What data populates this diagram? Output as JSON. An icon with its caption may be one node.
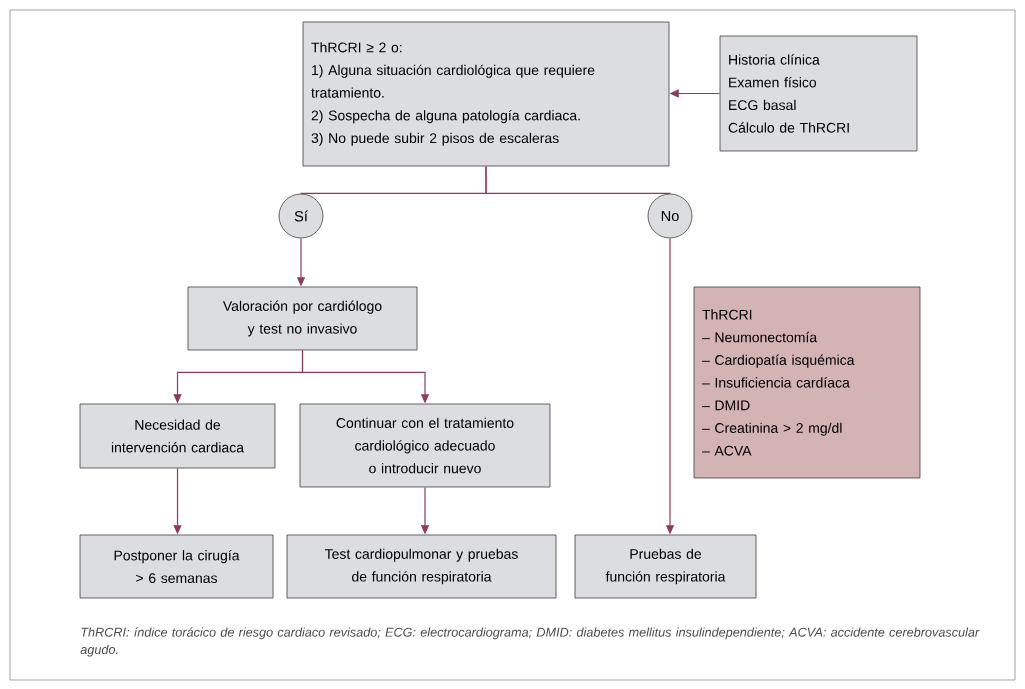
{
  "diagram": {
    "caption": "ThRCRI: índice torácico de riesgo cardiaco revisado; ECG: electrocardiograma; DMID: diabetes mellitus insulindependiente; ACVA: accidente cerebrovascular agudo.",
    "nodes": [
      {
        "text": [
          "ThRCRI ≥ 2 o:",
          "1) Alguna situación cardiológica que requiere tratamiento.",
          "2) Sospecha de alguna patología cardiaca.",
          "3) No puede subir 2 pisos de escaleras"
        ]
      },
      {
        "text": [
          "Historia clínica",
          "Examen físico",
          "ECG basal",
          "Cálculo de ThRCRI"
        ]
      },
      {
        "text": [
          "Sí"
        ]
      },
      {
        "text": [
          "No"
        ]
      },
      {
        "text": [
          "Valoración por cardiólogo y test no invasivo"
        ]
      },
      {
        "text": [
          "Necesidad de intervención cardiaca"
        ]
      },
      {
        "text": [
          "Continuar con el tratamiento cardiológico adecuado o introducir nuevo"
        ]
      },
      {
        "text": [
          "Postponer la cirugía > 6 semanas"
        ]
      },
      {
        "text": [
          "Test cardiopulmonar y pruebas de función respiratoria"
        ]
      },
      {
        "text": [
          "Pruebas de función respiratoria"
        ]
      },
      {
        "text": [
          "ThRCRI",
          "– Neumonectomía",
          "– Cardiopatía isquémica",
          "– Insuficiencia cardíaca",
          "– DMID",
          "– Creatinina > 2 mg/dl",
          "– ACVA"
        ]
      }
    ],
    "edges": [
      {
        "from": 1,
        "to": 0,
        "arrow": "to"
      },
      {
        "from": 0,
        "to": 2,
        "arrow": "none"
      },
      {
        "from": 0,
        "to": 3,
        "arrow": "none"
      },
      {
        "from": 2,
        "to": 4,
        "arrow": "to"
      },
      {
        "from": 4,
        "to": 5,
        "arrow": "to"
      },
      {
        "from": 4,
        "to": 6,
        "arrow": "to"
      },
      {
        "from": 5,
        "to": 7,
        "arrow": "to"
      },
      {
        "from": 6,
        "to": 8,
        "arrow": "to"
      },
      {
        "from": 3,
        "to": 9,
        "arrow": "to"
      }
    ]
  }
}
